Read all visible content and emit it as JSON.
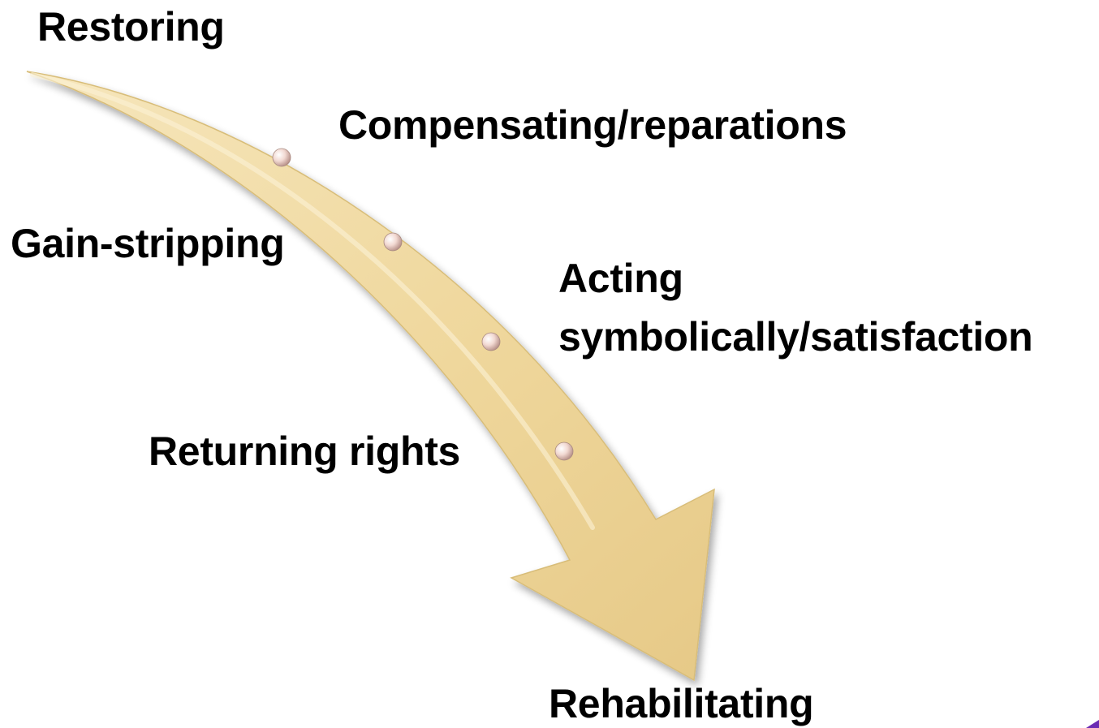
{
  "labels": {
    "restoring": "Restoring",
    "compensating": "Compensating/reparations",
    "gain_stripping": "Gain-stripping",
    "acting_line1": "Acting",
    "acting_line2": "symbolically/satisfaction",
    "returning_rights": "Returning rights",
    "rehabilitating": "Rehabilitating"
  },
  "colors": {
    "arrow_fill": "#f0d9a0",
    "arrow_edge": "#c9a85c",
    "bead": "#f1d6cf",
    "text": "#000000",
    "corner_accent": "#6b2bb3"
  },
  "icons": {
    "arrow": "curved-down-arrow",
    "bead": "pearl-dot"
  }
}
